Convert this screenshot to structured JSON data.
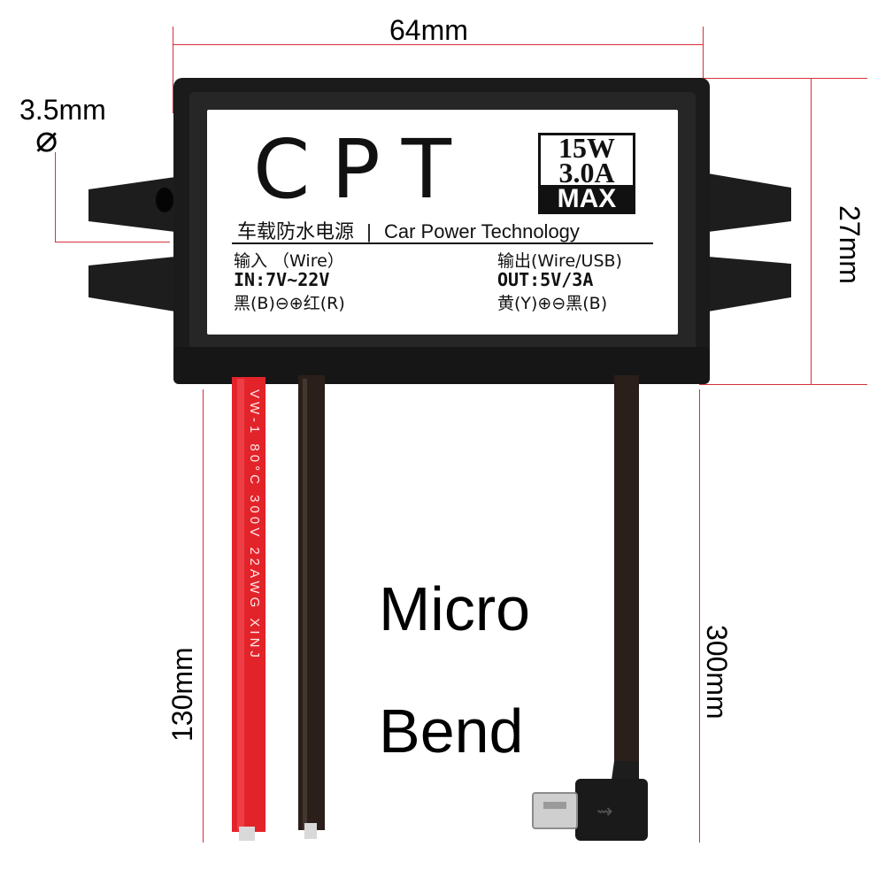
{
  "dimensions": {
    "width_label": "64mm",
    "height_label": "27mm",
    "hole_label": "3.5mm",
    "hole_symbol": "⌀",
    "input_wire_label": "130mm",
    "output_wire_label": "300mm"
  },
  "label": {
    "brand": "CPT",
    "rating": {
      "power": "15W",
      "current": "3.0A",
      "max": "MAX"
    },
    "subtitle_cn": "车载防水电源",
    "separator": "|",
    "subtitle_en": "Car Power Technology",
    "input": {
      "title": "输入 （Wire）",
      "spec": "IN:7V~22V",
      "polarity": "黑(B)⊖⊕红(R)"
    },
    "output": {
      "title": "输出(Wire/USB)",
      "spec": "OUT:5V/3A",
      "polarity": "黄(Y)⊕⊖黑(B)"
    }
  },
  "wire_print": "VW-1  80°C  300V  22AWG  XINJ",
  "caption": {
    "line1": "Micro",
    "line2": "Bend"
  },
  "colors": {
    "dimension_line": "#d6303a",
    "housing": "#1b1b1b",
    "red_wire": "#e3232a",
    "black_wire": "#2a1f1a"
  },
  "icons": {
    "usb": "usb-icon"
  }
}
